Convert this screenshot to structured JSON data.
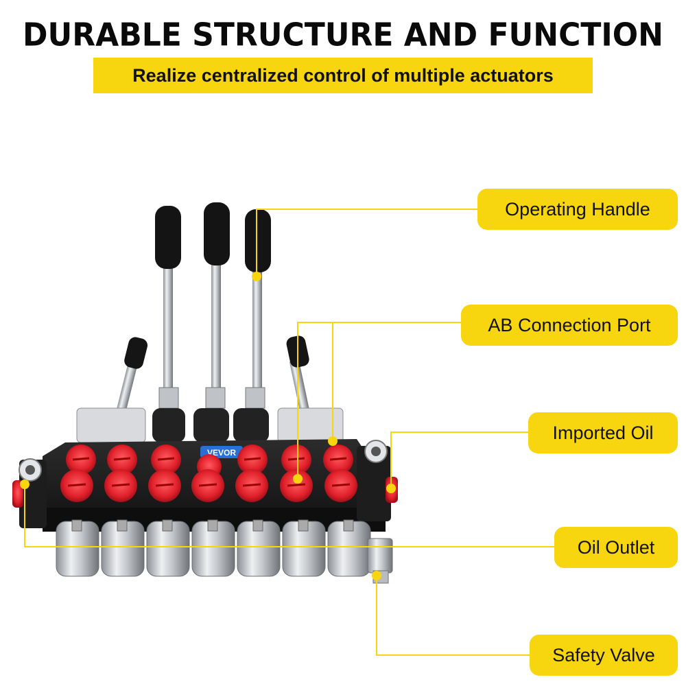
{
  "header": {
    "title": "DURABLE STRUCTURE AND FUNCTION",
    "subtitle": "Realize centralized control of multiple actuators"
  },
  "product": {
    "brand_badge": "VEVOR",
    "spool_count": 7,
    "handle_count": 5
  },
  "callouts": [
    {
      "label": "Operating Handle"
    },
    {
      "label": "AB Connection Port"
    },
    {
      "label": "Imported Oil"
    },
    {
      "label": "Oil Outlet"
    },
    {
      "label": "Safety Valve"
    }
  ],
  "colors": {
    "accent": "#f8d60f",
    "port_red": "#e0202a",
    "body_black": "#1b1b1b",
    "steel": "#c9ccd0"
  }
}
